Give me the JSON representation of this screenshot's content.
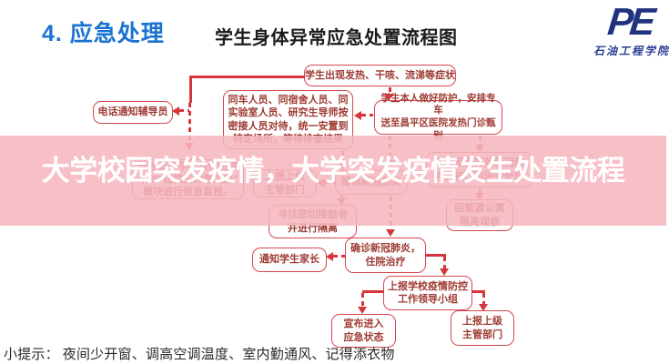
{
  "header": {
    "section": "4. 应急处理",
    "title": "学生身体异常应急处置流程图"
  },
  "logo": {
    "mark": "PE",
    "caption": "石油工程学院"
  },
  "watermark": {
    "text": "大学校园突发疫情，大学突发疫情发生处置流程"
  },
  "tip": {
    "text": "小提示： 夜间少开窗、调高空调温度、室内勤通风、记得添衣物"
  },
  "colors": {
    "accent_red": "#d5353b",
    "title_blue": "#1a73d1",
    "logo_blue": "#21337f",
    "band_pink": "#f6b7bf"
  },
  "flowchart": {
    "nodes": {
      "symptom_onset": "学生出现发热、干咳、流涕等症状",
      "phone_counselor": "电话通知辅导员",
      "close_contacts_placement": "同车人员、同宿舍人员、同\n实验室人员、研究生导师按\n密接人员对待，统一安置到\n特定场所，等待排查结果",
      "hospital_screening": "学生本人做好防护，安排专车\n送至昌平区医院发热门诊甄别",
      "direct_report": "辅导员在学校疫情防控\n平台“在校生异常上报”\n模块进行信息直报。",
      "report_superior_mid": "上报上级\n主管部门",
      "suspected": "疑似新冠肺炎",
      "excluded": "医院甄别排除新冠肺\n炎，按门诊进行处理",
      "return_apartment": "回能源公寓\n隔离观察",
      "find_contacts": "寻找密切接触者\n并进行隔离",
      "notify_parents": "通知学生家长",
      "confirmed": "确诊新冠肺炎，\n住院治疗",
      "leading_group": "上报学校疫情防控\n工作领导小组",
      "emergency_state": "宣布进入\n应急状态",
      "report_superior_final": "上报上级\n主管部门"
    },
    "edges": [
      {
        "from": "symptom_onset",
        "to": "hospital_screening"
      },
      {
        "from": "symptom_onset",
        "to": "direct_report"
      },
      {
        "from": "symptom_onset",
        "to": "phone_counselor"
      },
      {
        "from": "hospital_screening",
        "to": "close_contacts_placement"
      },
      {
        "from": "close_contacts_placement",
        "to": "suspected"
      },
      {
        "from": "hospital_screening",
        "to": "suspected"
      },
      {
        "from": "hospital_screening",
        "to": "excluded"
      },
      {
        "from": "suspected",
        "to": "report_superior_mid"
      },
      {
        "from": "suspected",
        "to": "find_contacts"
      },
      {
        "from": "suspected",
        "to": "confirmed"
      },
      {
        "from": "excluded",
        "to": "return_apartment"
      },
      {
        "from": "confirmed",
        "to": "notify_parents"
      },
      {
        "from": "confirmed",
        "to": "leading_group"
      },
      {
        "from": "leading_group",
        "to": "emergency_state"
      },
      {
        "from": "leading_group",
        "to": "report_superior_final"
      }
    ]
  }
}
